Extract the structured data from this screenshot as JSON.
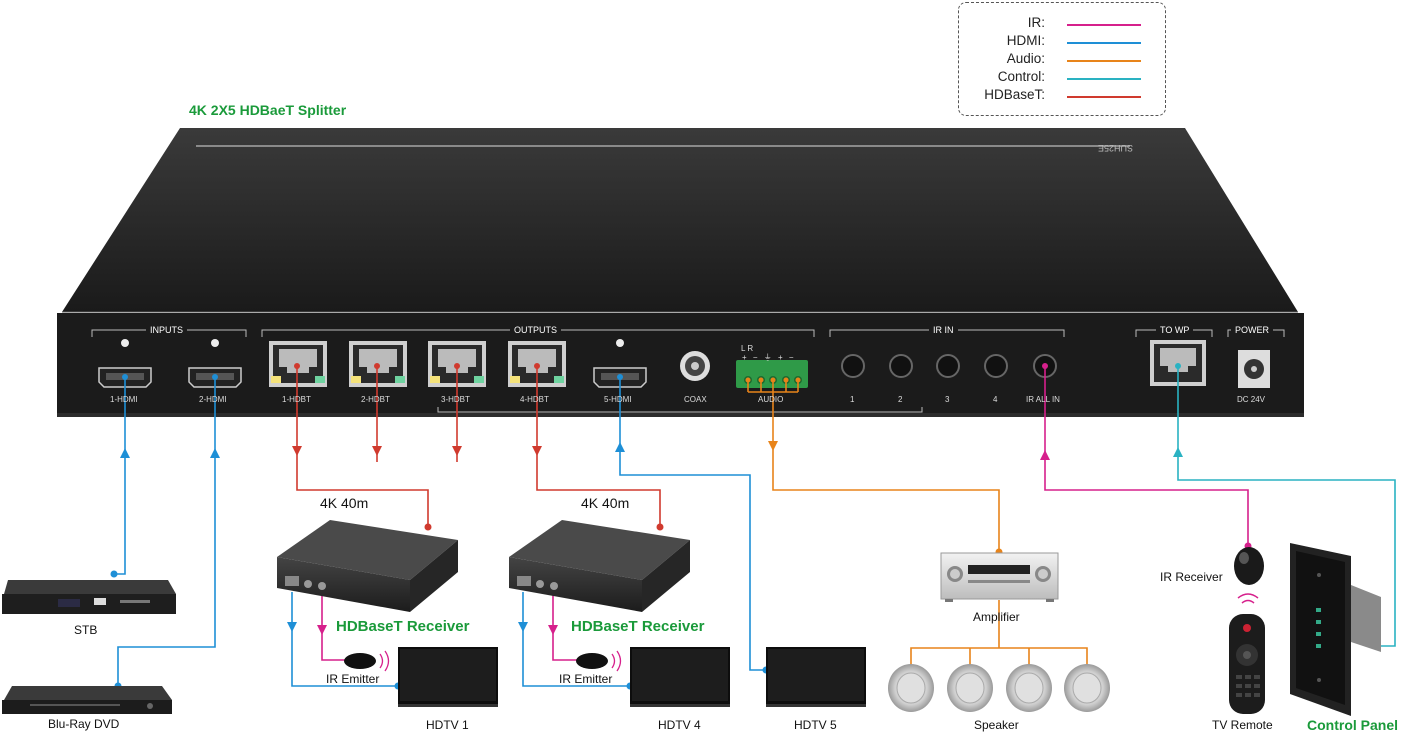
{
  "title": "4K 2X5 HDBaeT Splitter",
  "brand_mark": "SUH25E",
  "legend": [
    {
      "label": "IR:",
      "color": "#d6208c"
    },
    {
      "label": "HDMI:",
      "color": "#1e8fd6"
    },
    {
      "label": "Audio:",
      "color": "#e8841a"
    },
    {
      "label": "Control:",
      "color": "#2ab2c2"
    },
    {
      "label": "HDBaseT:",
      "color": "#d03a2e"
    }
  ],
  "panel": {
    "inputs_label": "INPUTS",
    "outputs_label": "OUTPUTS",
    "irin_label": "IR IN",
    "towp_label": "TO WP",
    "power_label": "POWER",
    "ports": {
      "hdmi1": "1-HDMI",
      "hdmi2": "2-HDMI",
      "hdbt1": "1-HDBT",
      "hdbt2": "2-HDBT",
      "hdbt3": "3-HDBT",
      "hdbt4": "4-HDBT",
      "hdmi5": "5-HDMI",
      "coax": "COAX",
      "audio": "AUDIO",
      "ir1": "1",
      "ir2": "2",
      "ir3": "3",
      "ir4": "4",
      "irall": "IR ALL IN",
      "dc": "DC 24V"
    },
    "audio_pins": "+ − ⏚ + −",
    "audio_lr": "L        R"
  },
  "devices": {
    "stb": "STB",
    "bluray": "Blu-Ray DVD",
    "distance1": "4K 40m",
    "distance2": "4K 40m",
    "receiver1": "HDBaseT Receiver",
    "receiver2": "HDBaseT Receiver",
    "ir_emitter1": "IR Emitter",
    "ir_emitter2": "IR Emitter",
    "hdtv1": "HDTV 1",
    "hdtv4": "HDTV 4",
    "hdtv5": "HDTV 5",
    "amplifier": "Amplifier",
    "speaker": "Speaker",
    "ir_receiver": "IR Receiver",
    "tv_remote": "TV Remote",
    "control_panel": "Control Panel"
  },
  "colors": {
    "ir": "#d6208c",
    "hdmi": "#1e8fd6",
    "audio": "#e8841a",
    "control": "#2ab2c2",
    "hdbaset": "#d03a2e",
    "accent_green": "#1a9a3a"
  }
}
